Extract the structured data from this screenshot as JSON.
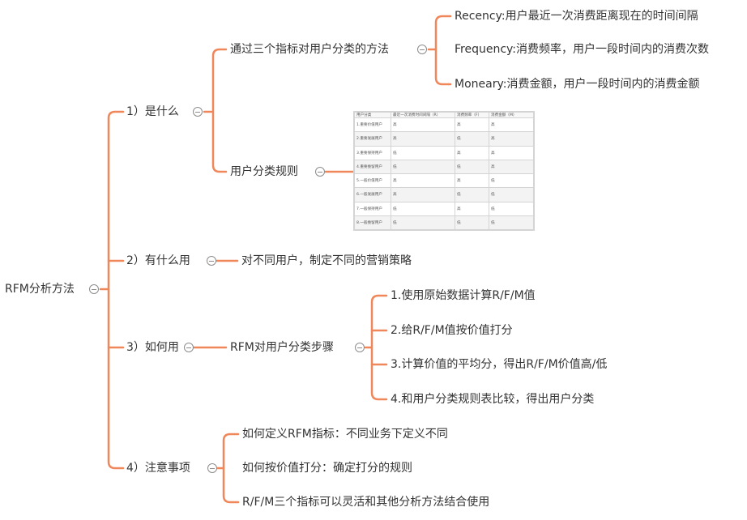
{
  "root": {
    "label": "RFM分析方法"
  },
  "branches": [
    {
      "label": "1）是什么"
    },
    {
      "label": "2）有什么用"
    },
    {
      "label": "3）如何用"
    },
    {
      "label": "4）注意事项"
    }
  ],
  "what": {
    "method": {
      "label": "通过三个指标对用户分类的方法"
    },
    "metrics": [
      "Recency:用户最近一次消费距离现在的时间间隔",
      "Frequency:消费频率，用户一段时间内的消费次数",
      "Moneary:消费金额，用户一段时间内的消费金额"
    ],
    "rules": {
      "label": "用户分类规则"
    }
  },
  "use": {
    "label": "对不同用户，制定不同的营销策略"
  },
  "how": {
    "label": "RFM对用户分类步骤",
    "steps": [
      "1.使用原始数据计算R/F/M值",
      "2.给R/F/M值按价值打分",
      "3.计算价值的平均分，得出R/F/M价值高/低",
      "4.和用户分类规则表比较，得出用户分类"
    ]
  },
  "notes": [
    "如何定义RFM指标：不同业务下定义不同",
    "如何按价值打分：确定打分的规则",
    "R/F/M三个指标可以灵活和其他分析方法结合使用"
  ],
  "table": {
    "headers": [
      "用户分类",
      "最近一次消费时间间隔（R）",
      "消费频率（F）",
      "消费金额（M）"
    ],
    "rows": [
      [
        "1.重要价值用户",
        "高",
        "高",
        "高"
      ],
      [
        "2.重要发展用户",
        "高",
        "低",
        "高"
      ],
      [
        "3.重要保持用户",
        "低",
        "高",
        "高"
      ],
      [
        "4.重要挽留用户",
        "低",
        "低",
        "高"
      ],
      [
        "5.一般价值用户",
        "高",
        "高",
        "低"
      ],
      [
        "6.一般发展用户",
        "高",
        "低",
        "低"
      ],
      [
        "7.一般保持用户",
        "低",
        "高",
        "低"
      ],
      [
        "8.一般挽留用户",
        "低",
        "低",
        "低"
      ]
    ]
  },
  "colors": {
    "line": "#f0875a",
    "text": "#333333",
    "toggle": "#8c8c8c"
  }
}
